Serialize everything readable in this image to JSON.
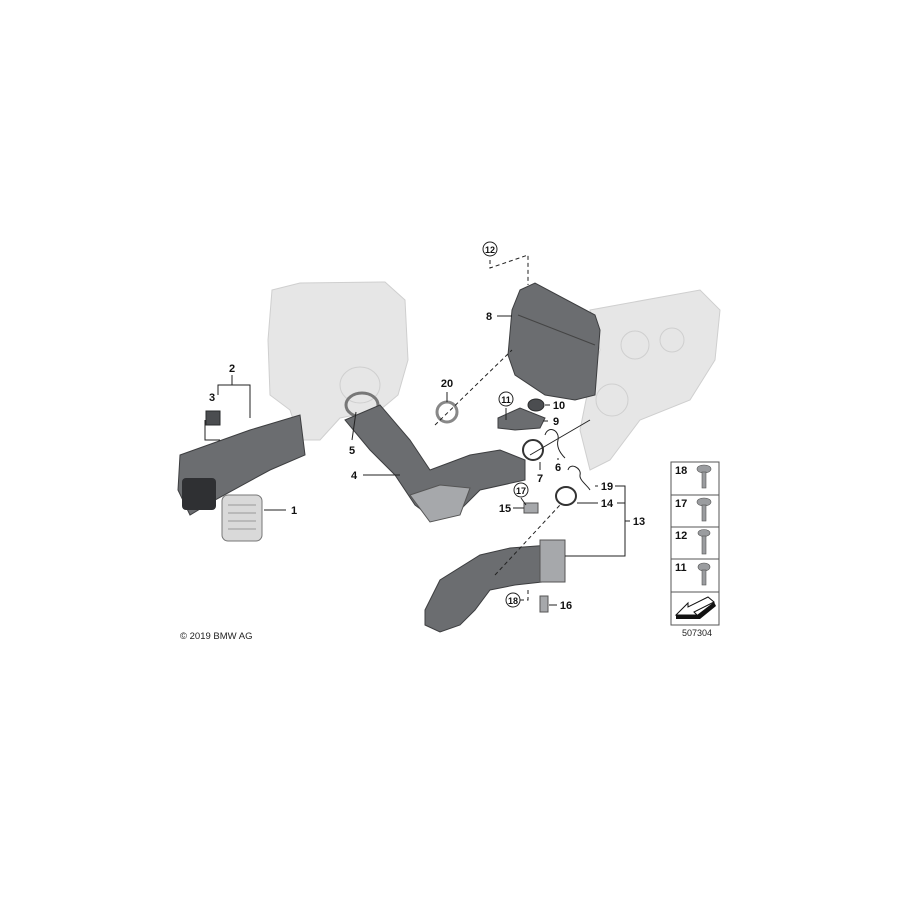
{
  "diagram": {
    "callouts": {
      "n1": "1",
      "n2": "2",
      "n3": "3",
      "n4": "4",
      "n5": "5",
      "n6": "6",
      "n7": "7",
      "n8": "8",
      "n9": "9",
      "n10": "10",
      "n11": "11",
      "n12": "12",
      "n13": "13",
      "n14": "14",
      "n15": "15",
      "n16": "16",
      "n17": "17",
      "n18": "18",
      "n19": "19",
      "n20": "20"
    },
    "legend": {
      "items": [
        "18",
        "17",
        "12",
        "11"
      ],
      "arrow_icon": "direction-arrow-icon"
    },
    "copyright": "© 2019 BMW AG",
    "diagram_number": "507304"
  }
}
